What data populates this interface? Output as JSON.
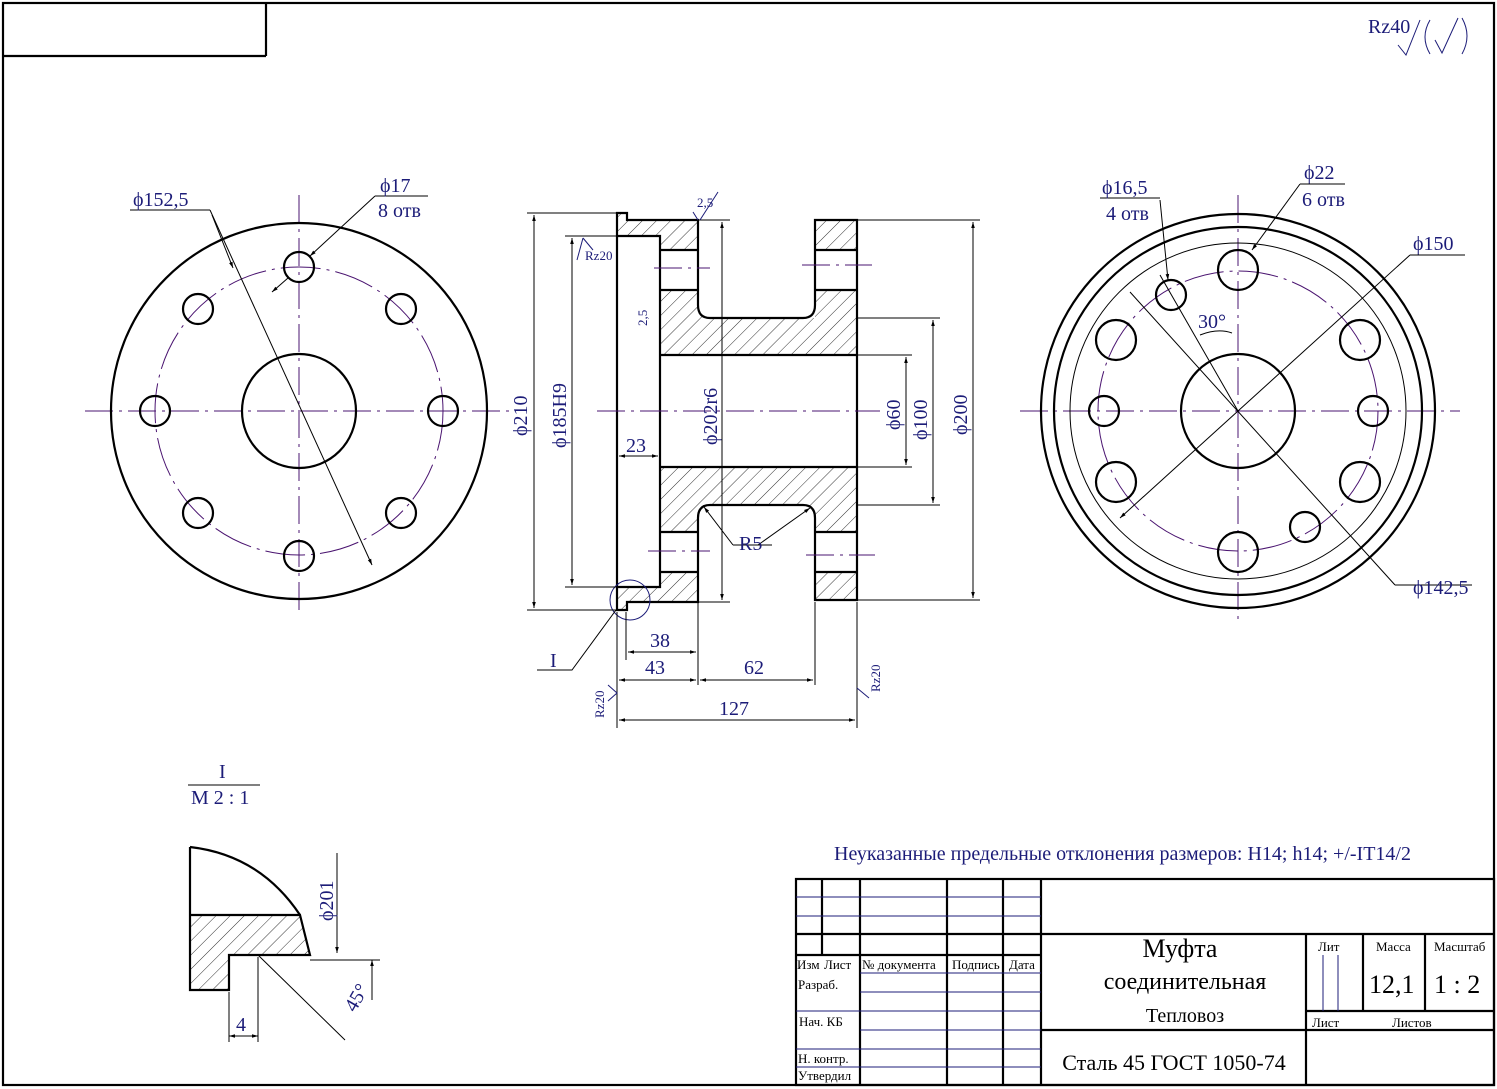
{
  "header": {
    "roughness": "Rz40"
  },
  "left_view": {
    "d_outer_bolt": "ϕ152,5",
    "d_hole": "ϕ17",
    "hole_count": "8 отв"
  },
  "section": {
    "chamfer_top": "2,5",
    "rz_bore": "Rz20",
    "chamfer_inner": "2,5",
    "d210": "ϕ210",
    "d185": "ϕ185H9",
    "d202": "ϕ202r6",
    "w23": "23",
    "d60": "ϕ60",
    "d100": "ϕ100",
    "d200": "ϕ200",
    "r5": "R5",
    "w38": "38",
    "w43": "43",
    "w62": "62",
    "w127": "127",
    "rz_left": "Rz20",
    "rz_right": "Rz20",
    "detail_label": "I"
  },
  "right_view": {
    "d_small_hole": "ϕ16,5",
    "small_count": "4 отв",
    "d_hole": "ϕ22",
    "hole_count": "6 отв",
    "d150": "ϕ150",
    "angle": "30°",
    "d142": "ϕ142,5"
  },
  "detail": {
    "label": "I",
    "scale": "М 2 : 1",
    "d201": "ϕ201",
    "angle": "45°",
    "w4": "4"
  },
  "note": "Неуказанные предельные отклонения размеров: H14; h14; +/-IT14/2",
  "title_block": {
    "cols": [
      "Изм",
      "Лист",
      "№ документа",
      "Подпись",
      "Дата"
    ],
    "rows": [
      "Разраб.",
      "Нач. КБ",
      "Н. контр.",
      "Утвердил"
    ],
    "title1": "Муфта",
    "title2": "соединительная",
    "subtitle": "Тепловоз",
    "material": "Сталь 45 ГОСТ 1050-74",
    "lit_label": "Лит",
    "mass_label": "Масса",
    "scale_label": "Масштаб",
    "mass": "12,1",
    "scale": "1 : 2",
    "sheet_label": "Лист",
    "sheets_label": "Листов"
  }
}
